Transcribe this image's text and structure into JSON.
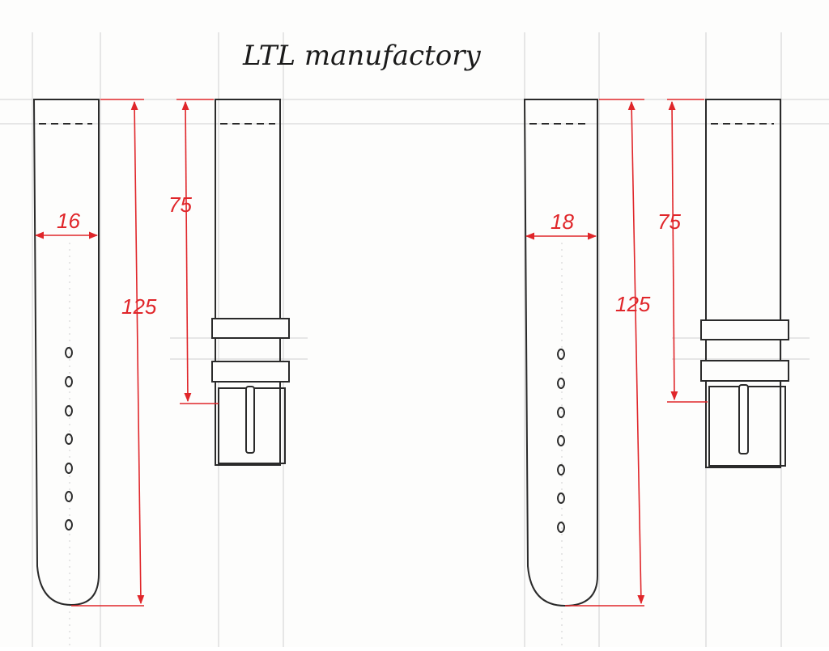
{
  "title": "LTL manufactory",
  "colors": {
    "ink": "#222222",
    "dimension": "#e0262a",
    "grid": "#c9c9c9",
    "paper": "#fdfdfc"
  },
  "straps": [
    {
      "id": "strap-16mm",
      "width_label": "16",
      "long_length_label": "125",
      "short_length_label": "75",
      "hole_count": 7
    },
    {
      "id": "strap-18mm",
      "width_label": "18",
      "long_length_label": "125",
      "short_length_label": "75",
      "hole_count": 7
    }
  ]
}
